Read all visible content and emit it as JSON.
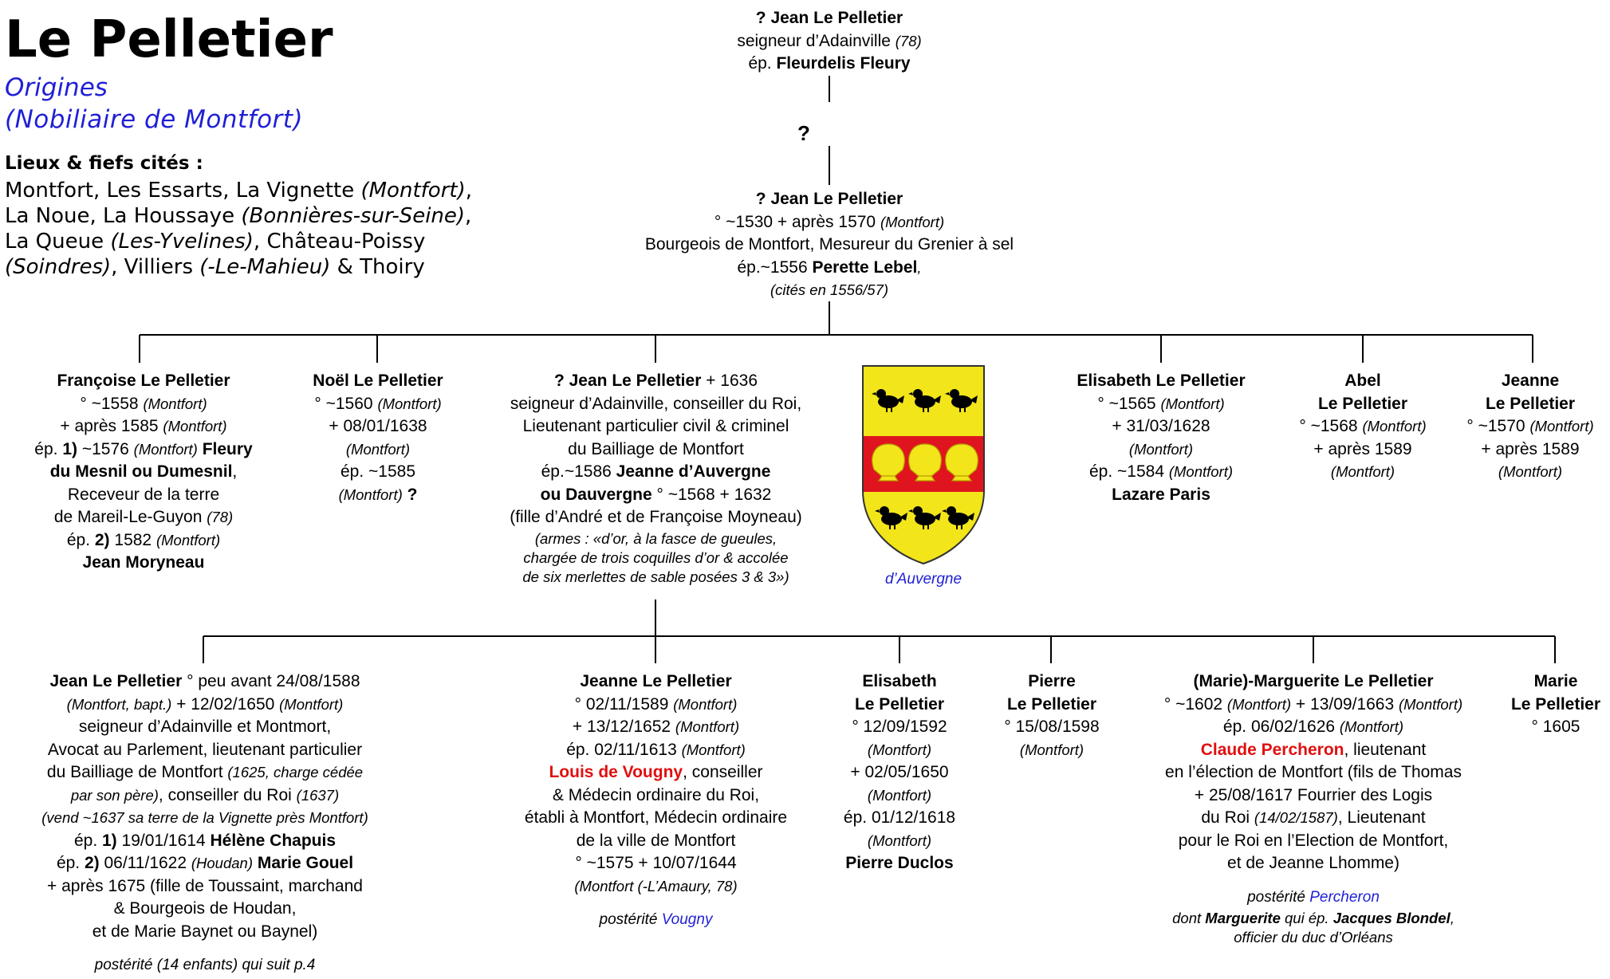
{
  "header": {
    "title": "Le Pelletier",
    "subtitle1": "Origines",
    "subtitle2": "(Nobiliaire de Montfort)"
  },
  "lieux": {
    "heading": "Lieux & fiefs cités :",
    "l1a": "Montfort, Les Essarts, La Vignette ",
    "l1b": "(Montfort)",
    "l1c": ",",
    "l2a": "La Noue, La Houssaye ",
    "l2b": "(Bonnières-sur-Seine)",
    "l2c": ",",
    "l3a": "La Queue ",
    "l3b": "(Les-Yvelines)",
    "l3c": ", Château-Poissy",
    "l4a": "(Soindres)",
    "l4b": ", Villiers ",
    "l4c": "(-Le-Mahieu)",
    "l4d": " & Thoiry"
  },
  "top": {
    "name": "? Jean Le Pelletier",
    "l2a": "seigneur d’Adainville ",
    "l2b": "(78)",
    "l3a": "ép. ",
    "l3b": "Fleurdelis Fleury",
    "gap_mark": "?"
  },
  "jean1530": {
    "name": "? Jean Le Pelletier",
    "l2a": "° ~1530 + après 1570 ",
    "l2b": "(Montfort)",
    "l3": "Bourgeois de Montfort, Mesureur du Grenier à sel",
    "l4a": "ép.~1556 ",
    "l4b": "Perette Lebel",
    "l4c": ",",
    "l5": "(cités en 1556/57)"
  },
  "francoise": {
    "name": "Françoise Le Pelletier",
    "l2a": "° ~1558 ",
    "l2b": "(Montfort)",
    "l3a": "+ après 1585 ",
    "l3b": "(Montfort)",
    "l4a": "ép. ",
    "l4b": "1)",
    "l4c": " ~1576 ",
    "l4d": "(Montfort)",
    "l4e": "Fleury",
    "l5a": "du Mesnil ou Dumesnil",
    "l5b": ",",
    "l6": "Receveur de la terre",
    "l7a": "de Mareil-Le-Guyon ",
    "l7b": "(78)",
    "l8a": "ép. ",
    "l8b": "2)",
    "l8c": " 1582 ",
    "l8d": "(Montfort)",
    "l9": "Jean Moryneau"
  },
  "noel": {
    "name": "Noël Le Pelletier",
    "l2a": "° ~1560 ",
    "l2b": "(Montfort)",
    "l3": "+ 08/01/1638",
    "l4": "(Montfort)",
    "l5": "ép.  ~1585",
    "l6a": "(Montfort)",
    "l6b": " ?"
  },
  "jean1636": {
    "name": "? Jean Le Pelletier",
    "l1b": " + 1636",
    "l2": "seigneur d’Adainville, conseiller du Roi,",
    "l3": "Lieutenant particulier civil & criminel",
    "l4": "du Bailliage de Montfort",
    "l5a": "ép.~1586 ",
    "l5b": "Jeanne d’Auvergne",
    "l6a": "ou Dauvergne",
    "l6b": " ° ~1568 + 1632",
    "l7": "(fille d’André et de Françoise Moyneau)",
    "l8": "(armes : «d’or, à la fasce de gueules,",
    "l9": "chargée de trois coquilles d’or & accolée",
    "l10": "de six merlettes de sable posées 3 & 3»)"
  },
  "arms": {
    "caption": "d’Auvergne",
    "field": "#f2e51a",
    "fess": "#e0141e",
    "charge": "#000000"
  },
  "elisabeth1565": {
    "name": "Elisabeth Le Pelletier",
    "l2a": "° ~1565 ",
    "l2b": "(Montfort)",
    "l3": "+ 31/03/1628",
    "l4": "(Montfort)",
    "l5a": "ép. ~1584 ",
    "l5b": "(Montfort)",
    "l6": "Lazare Paris"
  },
  "abel": {
    "name1": "Abel",
    "name2": "Le Pelletier",
    "l3a": "° ~1568 ",
    "l3b": "(Montfort)",
    "l4": "+ après 1589",
    "l5": "(Montfort)"
  },
  "jeanne1570": {
    "name1": "Jeanne",
    "name2": "Le Pelletier",
    "l3a": "° ~1570 ",
    "l3b": "(Montfort)",
    "l4": "+ après 1589",
    "l5": "(Montfort)"
  },
  "jean1588": {
    "name": "Jean Le Pelletier",
    "l1b": " ° peu avant 24/08/1588",
    "l2a": "(Montfort, bapt.)",
    "l2b": " + 12/02/1650 ",
    "l2c": "(Montfort)",
    "l3": "seigneur d’Adainville et Montmort,",
    "l4": "Avocat au Parlement, lieutenant particulier",
    "l5a": "du Bailliage de Montfort ",
    "l5b": "(1625, charge cédée",
    "l6a": "par son père)",
    "l6b": ", conseiller du Roi ",
    "l6c": "(1637)",
    "l7": "(vend ~1637 sa terre de la Vignette près Montfort)",
    "l8a": "ép. ",
    "l8b": "1)",
    "l8c": " 19/01/1614 ",
    "l8d": "Hélène Chapuis",
    "l9a": "ép. ",
    "l9b": "2)",
    "l9c": " 06/11/1622 ",
    "l9d": "(Houdan)",
    "l9e": " Marie Gouel",
    "l10": "+ après 1675 (fille de Toussaint, marchand",
    "l11": "& Bourgeois de Houdan,",
    "l12": "et de Marie Baynet ou Baynel)",
    "post_a": "postérité ",
    "post_b": "(14 enfants)",
    "post_c": " qui suit p.4"
  },
  "jeanne1589": {
    "name": "Jeanne Le Pelletier",
    "l2a": "° 02/11/1589 ",
    "l2b": "(Montfort)",
    "l3a": "+ 13/12/1652 ",
    "l3b": "(Montfort)",
    "l4a": "ép. 02/11/1613 ",
    "l4b": "(Montfort)",
    "l5a": "Louis de Vougny",
    "l5b": ", conseiller",
    "l6": "& Médecin ordinaire du Roi,",
    "l7": "établi à Montfort, Médecin ordinaire",
    "l8": "de la ville de Montfort",
    "l9": "° ~1575 + 10/07/1644",
    "l10": "(Montfort (-L’Amaury, 78)",
    "post_a": "postérité ",
    "post_b": "Vougny"
  },
  "elisabeth1592": {
    "name1": "Elisabeth",
    "name2": "Le Pelletier",
    "l3": "° 12/09/1592",
    "l4": "(Montfort)",
    "l5": "+ 02/05/1650",
    "l6": "(Montfort)",
    "l7": "ép. 01/12/1618",
    "l8": "(Montfort)",
    "l9": "Pierre Duclos"
  },
  "pierre": {
    "name1": "Pierre",
    "name2": "Le Pelletier",
    "l3": "° 15/08/1598",
    "l4": "(Montfort)"
  },
  "marguerite": {
    "name": "(Marie)-Marguerite Le Pelletier",
    "l2a": "° ~1602 ",
    "l2b": "(Montfort)",
    "l2c": " + 13/09/1663 ",
    "l2d": "(Montfort)",
    "l3a": "ép. 06/02/1626 ",
    "l3b": "(Montfort)",
    "l4a": "Claude Percheron",
    "l4b": ", lieutenant",
    "l5": "en l’élection de Montfort (fils de Thomas",
    "l6": "+ 25/08/1617 Fourrier des Logis",
    "l7a": "du Roi ",
    "l7b": "(14/02/1587)",
    "l7c": ", Lieutenant",
    "l8": "pour le Roi en l’Election de Montfort,",
    "l9": "et de Jeanne Lhomme)",
    "post_a": "postérité ",
    "post_b": "Percheron",
    "post2a": "dont ",
    "post2b": "Marguerite",
    "post2c": " qui ép. ",
    "post2d": "Jacques Blondel",
    "post2e": ",",
    "post3": "officier du duc d’Orléans"
  },
  "marie1605": {
    "name1": "Marie",
    "name2": "Le Pelletier",
    "l3": "° 1605"
  }
}
